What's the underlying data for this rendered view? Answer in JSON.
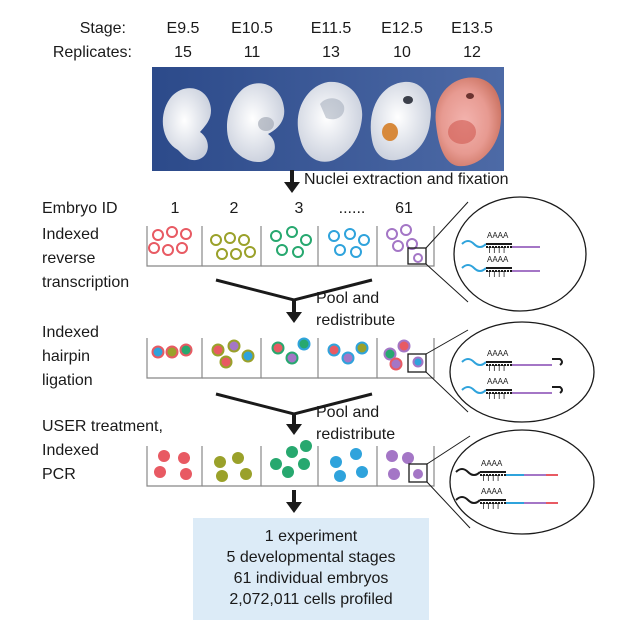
{
  "header": {
    "stage_label": "Stage:",
    "replicates_label": "Replicates:",
    "stages": [
      {
        "name": "E9.5",
        "replicates": "15"
      },
      {
        "name": "E10.5",
        "replicates": "11"
      },
      {
        "name": "E11.5",
        "replicates": "13"
      },
      {
        "name": "E12.5",
        "replicates": "10"
      },
      {
        "name": "E13.5",
        "replicates": "12"
      }
    ]
  },
  "steps": {
    "nuclei": "Nuclei extraction and fixation",
    "embryo_id_label": "Embryo ID",
    "embryo_ids": [
      "1",
      "2",
      "3",
      "......",
      "61"
    ],
    "rt_label": [
      "Indexed",
      "reverse",
      "transcription"
    ],
    "pool1": [
      "Pool and",
      "redistribute"
    ],
    "hairpin_label": [
      "Indexed",
      "hairpin",
      "ligation"
    ],
    "pool2": [
      "Pool and",
      "redistribute"
    ],
    "pcr_label": [
      "USER treatment,",
      "Indexed",
      "PCR"
    ],
    "polyA": "AAAA",
    "polyT": "TTTT"
  },
  "colors": {
    "red": "#e85a63",
    "olive": "#9aa12a",
    "green": "#27a86f",
    "blue": "#2fa3dc",
    "purple": "#a476c6",
    "summary_bg": "#dcebf7"
  },
  "summary": [
    "1 experiment",
    "5 developmental stages",
    "61 individual embryos",
    "2,072,011 cells profiled"
  ]
}
